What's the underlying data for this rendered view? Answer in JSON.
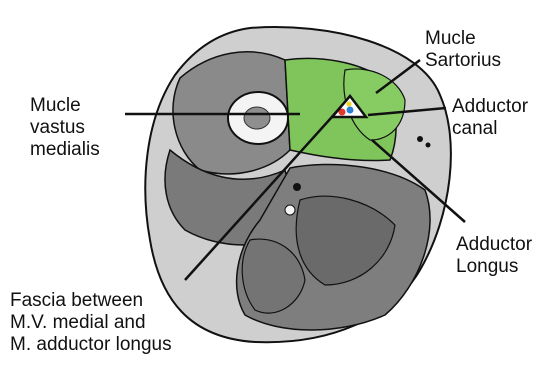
{
  "diagram": {
    "colors": {
      "background": "#ffffff",
      "muscle_gray": "#8a8a8a",
      "muscle_dark": "#5e5e5e",
      "highlight_green": "#7fc55c",
      "outline": "#111111",
      "canal_fill": "#ffffff",
      "vessel_red": "#e23a2a",
      "vessel_blue": "#2a7fd6",
      "nerve_yellow": "#f2d32a"
    },
    "labels": {
      "sartorius": {
        "line1": "Mucle",
        "line2": "Sartorius"
      },
      "vastus_medialis": {
        "line1": "Mucle",
        "line2": "vastus",
        "line3": "medialis"
      },
      "adductor_canal": {
        "line1": "Adductor",
        "line2": "canal"
      },
      "adductor_longus": {
        "line1": "Adductor",
        "line2": "Longus"
      },
      "fascia": {
        "line1": "Fascia between",
        "line2": "M.V. medial and",
        "line3": "M. adductor longus"
      }
    },
    "icons": {
      "canal_contents": "triangle-with-vessels-icon"
    }
  }
}
